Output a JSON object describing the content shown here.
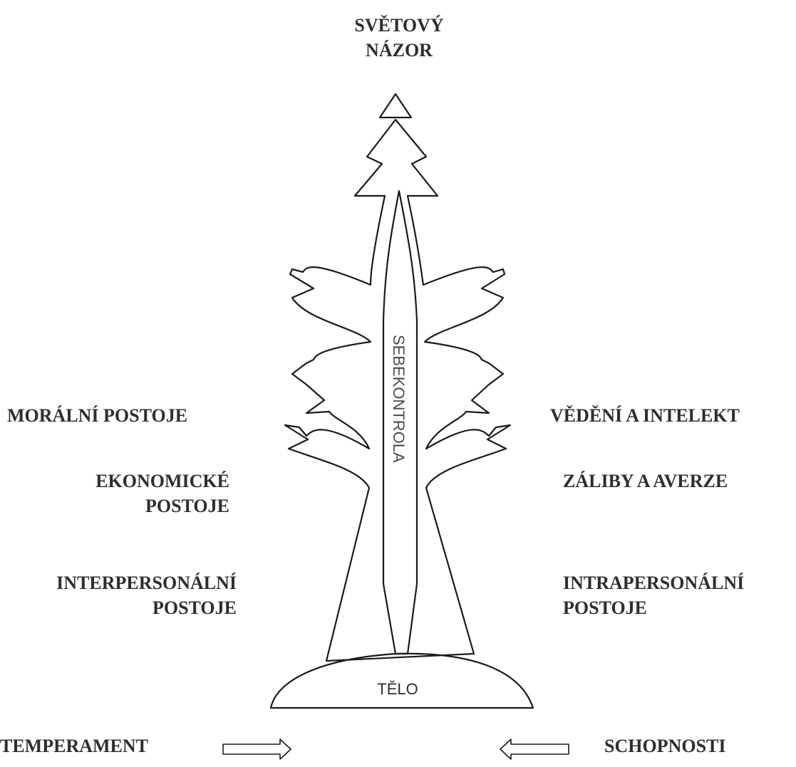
{
  "top": {
    "line1": "SVĚTOVÝ",
    "line2": "NÁZOR"
  },
  "left": {
    "moral": "MORÁLNÍ POSTOJE",
    "ekonomicke_1": "EKONOMICKÉ",
    "ekonomicke_2": "POSTOJE",
    "inter_1": "INTERPERSONÁLNÍ",
    "inter_2": "POSTOJE"
  },
  "right": {
    "vedeni": "VĚDĚNÍ A INTELEKT",
    "zaliby": "ZÁLIBY A AVERZE",
    "intra_1": "INTRAPERSONÁLNÍ",
    "intra_2": "POSTOJE"
  },
  "trunk_label": "SEBEKONTROLA",
  "base_label": "TĚLO",
  "bottom": {
    "left": "TEMPERAMENT",
    "right": "SCHOPNOSTI"
  },
  "colors": {
    "text": "#2e2e2e",
    "stroke": "#1a1a1a"
  }
}
